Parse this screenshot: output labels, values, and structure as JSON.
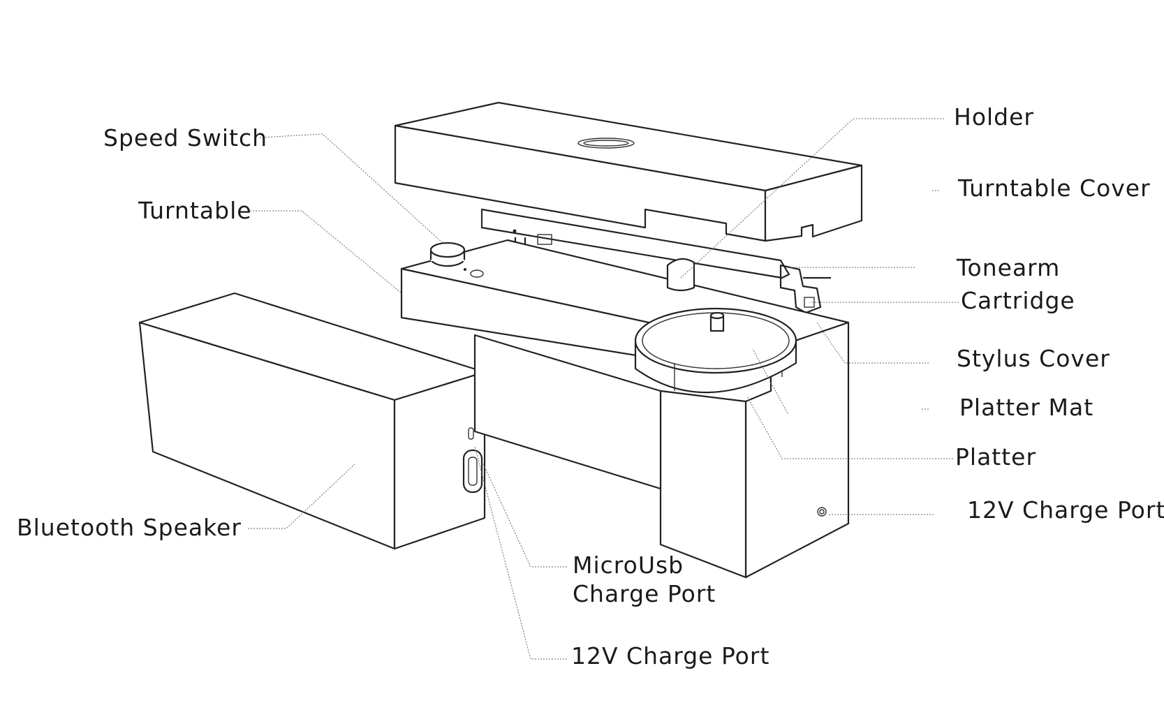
{
  "labels": {
    "speed_switch": "Speed Switch",
    "turntable": "Turntable",
    "bluetooth_speaker": "Bluetooth Speaker",
    "holder": "Holder",
    "turntable_cover": "Turntable Cover",
    "tonearm": "Tonearm",
    "cartridge": "Cartridge",
    "stylus_cover": "Stylus Cover",
    "platter_mat": "Platter Mat",
    "platter": "Platter",
    "charge_port_12v_right": "12V Charge Port",
    "microusb_line1": "MicroUsb",
    "microusb_line2": "Charge Port",
    "charge_port_12v_bottom": "12V Charge Port"
  },
  "colors": {
    "line": "#222222",
    "leader": "#666666",
    "text": "#1a1a1a"
  }
}
